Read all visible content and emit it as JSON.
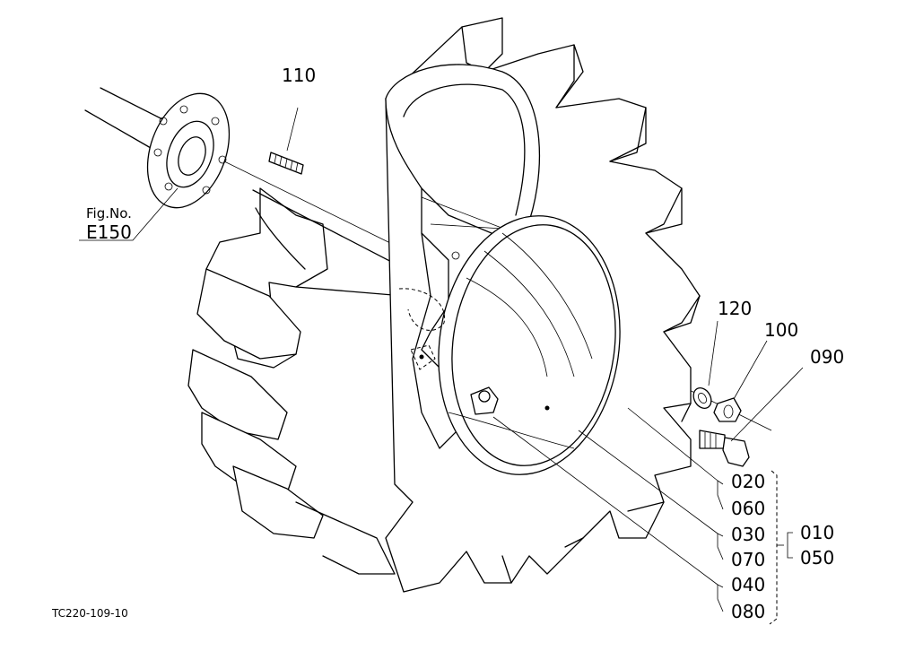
{
  "fig_ref": {
    "line1": "Fig.No.",
    "line2": "E150"
  },
  "labels": {
    "p110": "110",
    "p120": "120",
    "p100": "100",
    "p090": "090",
    "p020": "020",
    "p060": "060",
    "p030": "030",
    "p070": "070",
    "p040": "040",
    "p080": "080",
    "p010": "010",
    "p050": "050"
  },
  "drawing_code": "TC220-109-10"
}
